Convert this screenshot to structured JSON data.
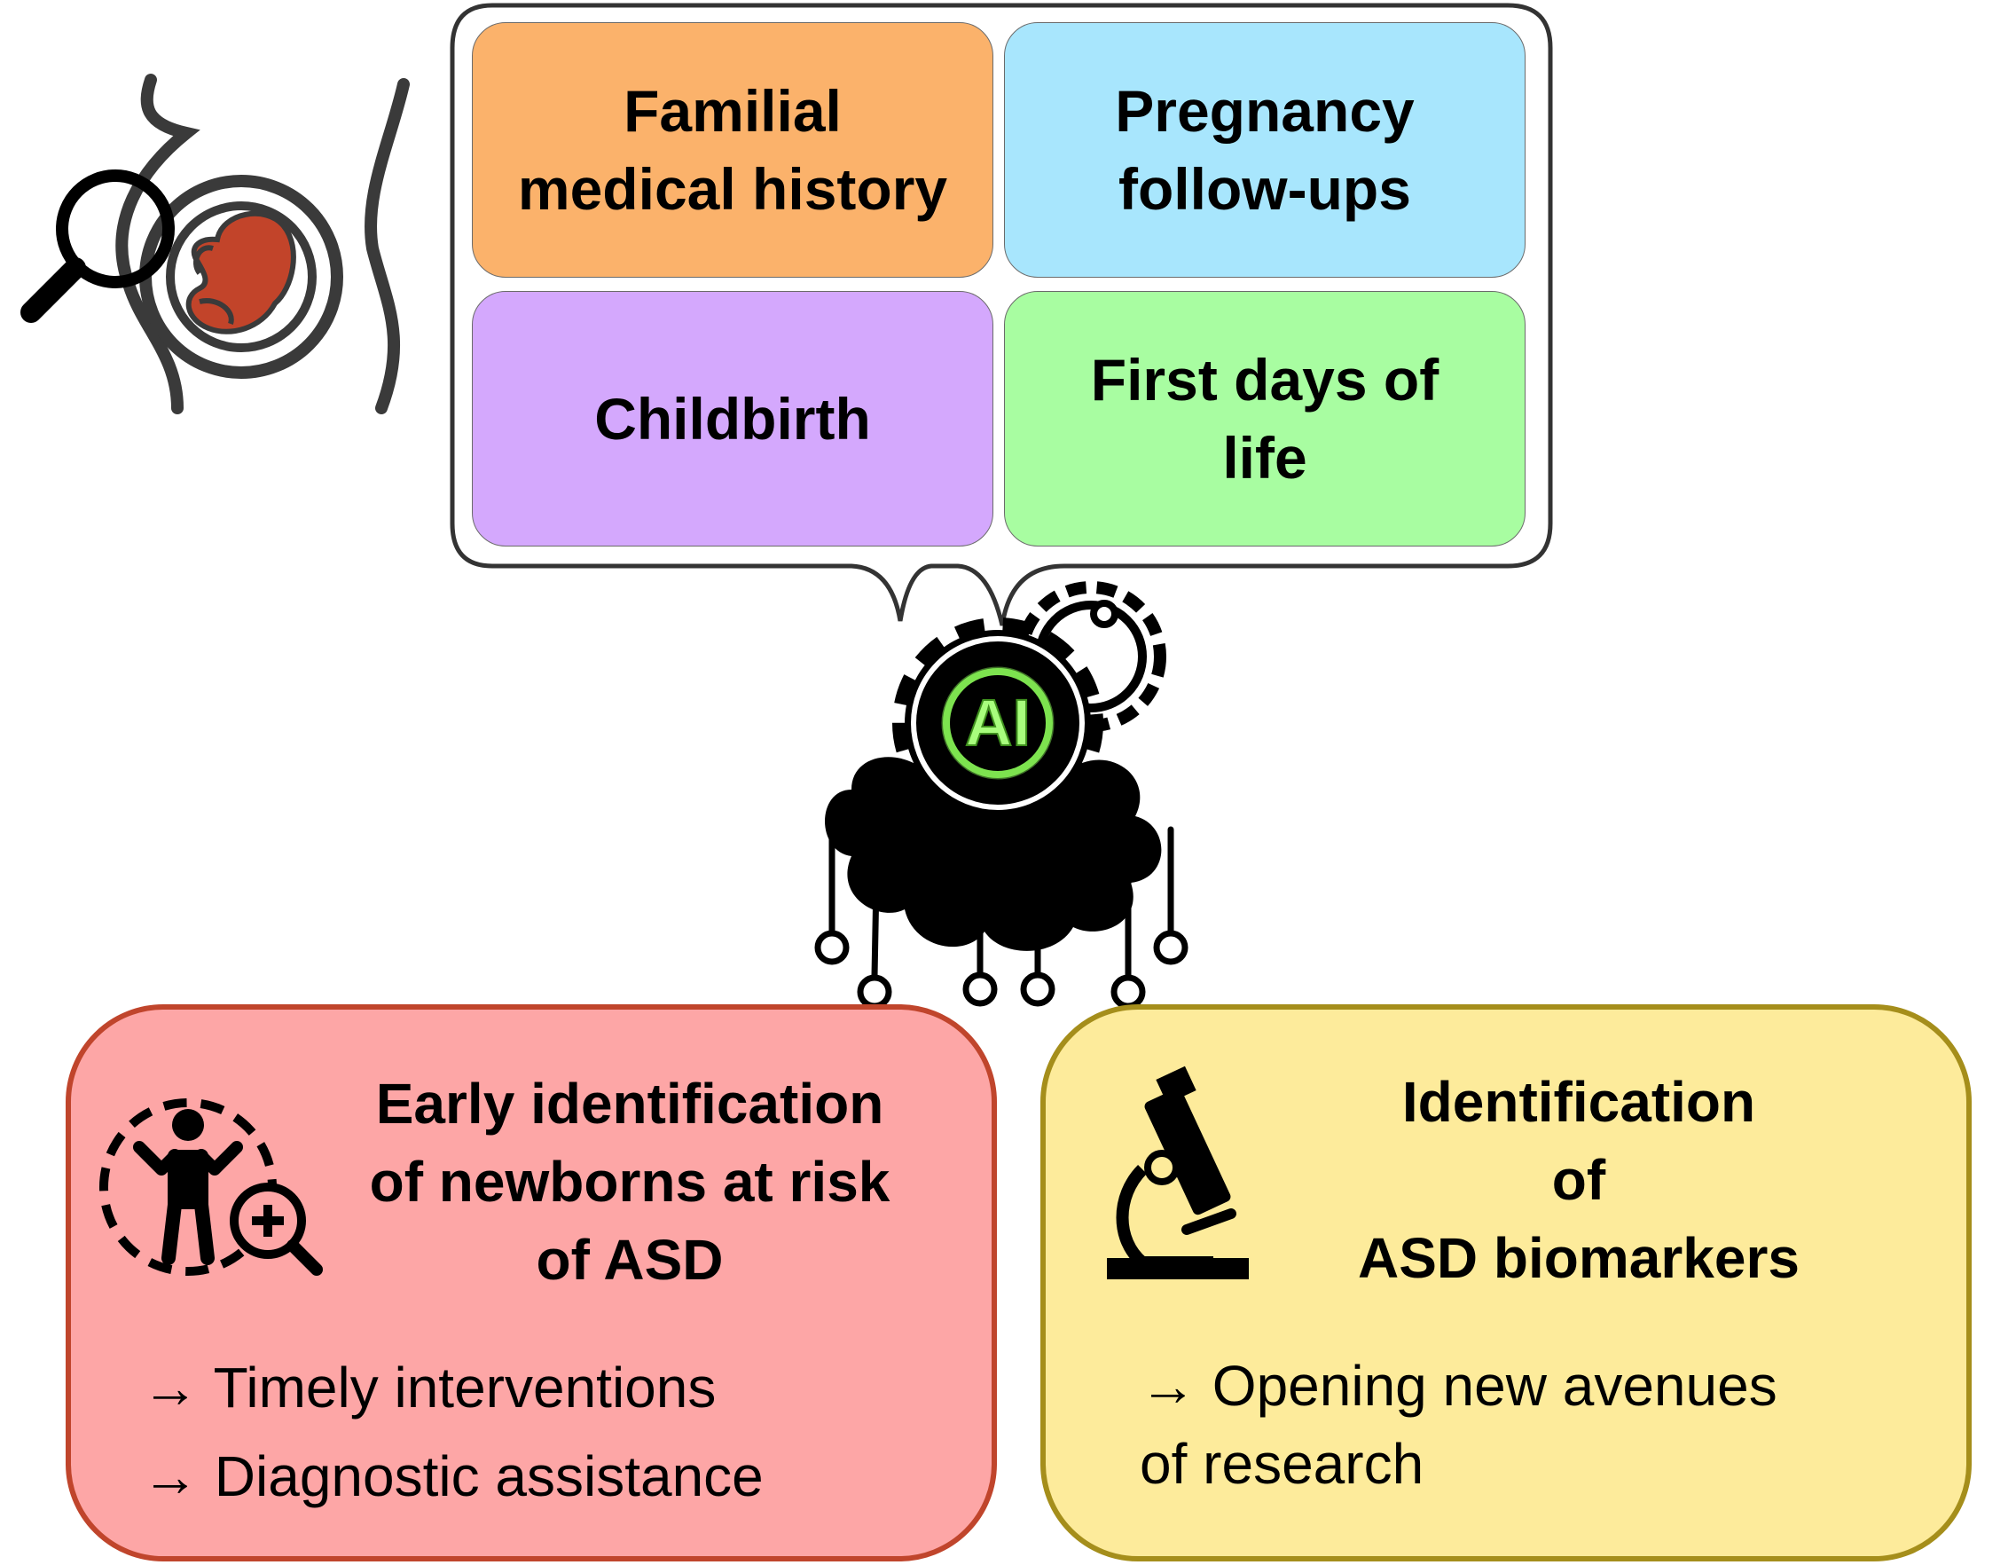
{
  "inputs": {
    "familial": {
      "lines": [
        "Familial",
        "medical history"
      ],
      "color": "#fbb26b"
    },
    "pregnancy": {
      "lines": [
        "Pregnancy",
        "follow-ups"
      ],
      "color": "#a8e6fd"
    },
    "childbirth": {
      "lines": [
        "Childbirth"
      ],
      "color": "#d4a8fd"
    },
    "first_days": {
      "lines": [
        "First days of",
        "life"
      ],
      "color": "#a8fda1"
    }
  },
  "ai": {
    "label": "AI",
    "glow_color": "#7de34f"
  },
  "outputs": {
    "early": {
      "title_lines": [
        "Early identification",
        "of newborns at risk",
        "of ASD"
      ],
      "bullets": [
        "→ Timely interventions",
        "→ Diagnostic assistance"
      ],
      "fill": "#fda6a6",
      "border": "#c0452c"
    },
    "biomarkers": {
      "title_lines": [
        "Identification",
        "of",
        "ASD biomarkers"
      ],
      "bullet_lines": [
        "→ Opening new avenues",
        "of research"
      ],
      "fill": "#fdeb9b",
      "border": "#a58e1b"
    }
  },
  "icons": {
    "pregnancy_scan": "pregnancy-scan-icon",
    "ai_brain": "ai-cloud-gear-icon",
    "child_search": "child-search-icon",
    "microscope": "microscope-icon"
  }
}
